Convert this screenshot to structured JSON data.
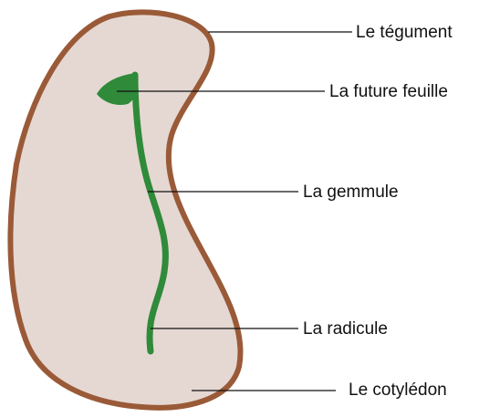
{
  "colors": {
    "seed_fill": "#e5d8d2",
    "tegument_stroke": "#9a5a38",
    "embryo_green": "#2f8a3a",
    "leader_line": "#111111"
  },
  "labels": {
    "tegument": "Le tégument",
    "future_feuille": "La future feuille",
    "gemmule": "La gemmule",
    "radicule": "La radicule",
    "cotyledon": "Le cotylédon"
  }
}
